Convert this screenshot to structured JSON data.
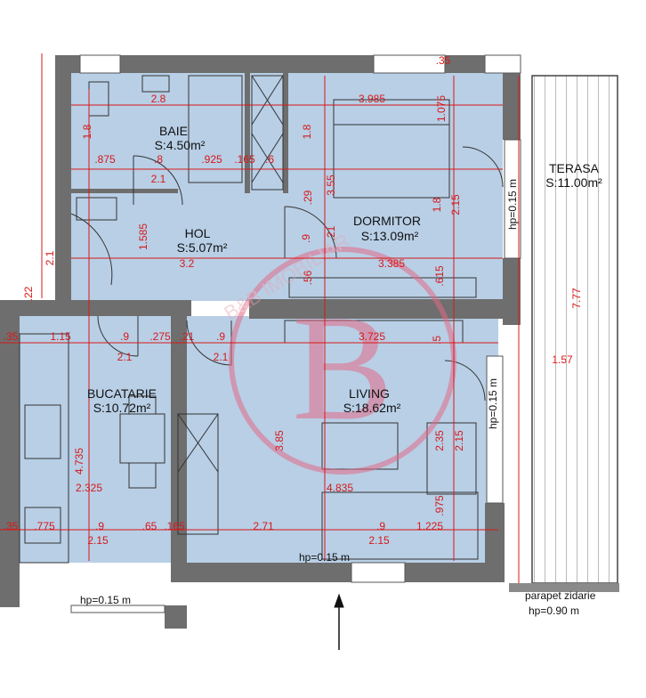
{
  "rooms": {
    "baie": {
      "name": "BAIE",
      "area": "S:4.50m²"
    },
    "hol": {
      "name": "HOL",
      "area": "S:5.07m²"
    },
    "dormitor": {
      "name": "DORMITOR",
      "area": "S:13.09m²"
    },
    "terasa": {
      "name": "TERASA",
      "area": "S:11.00m²"
    },
    "bucatarie": {
      "name": "BUCATARIE",
      "area": "S:10.72m²"
    },
    "living": {
      "name": "LIVING",
      "area": "S:18.62m²"
    }
  },
  "notes": {
    "hp_dormitor": "hp=0.15 m",
    "hp_living": "hp=0.15 m",
    "hp_sud": "hp=0.15 m",
    "hp_bucatarie": "hp=0.15 m",
    "parapet": "parapet zidarie",
    "parapet_hp": "hp=0.90 m"
  },
  "watermark": {
    "text": "B&B IMOBILIAR"
  },
  "colors": {
    "room_fill": "#b8cfe6",
    "wall": "#6e6e6e",
    "dimension": "#d81818",
    "watermark": "#e36a86"
  },
  "dimensions": [
    "2.8",
    "3.985",
    "1.075",
    ".35",
    "1.8",
    "1.8",
    ".875",
    ".8",
    ".925",
    ".165",
    ".6",
    "2.1",
    ".29",
    "3.55",
    "1.8",
    "2.15",
    ".9",
    ".21",
    "1.585",
    "3.2",
    ".56",
    "3.385",
    ".615",
    ".5",
    "3.725",
    ".35",
    "1.15",
    ".9",
    ".275",
    ".21",
    ".9",
    "2.1",
    "2.1",
    "1.57",
    "4.735",
    "3.85",
    "2.35",
    "2.15",
    "2.325",
    "4.835",
    ".975",
    ".35",
    ".775",
    ".9",
    ".65",
    ".165",
    "2.71",
    ".9",
    "1.225",
    "2.15",
    "2.15",
    "7.77",
    "2.1",
    ".22"
  ]
}
